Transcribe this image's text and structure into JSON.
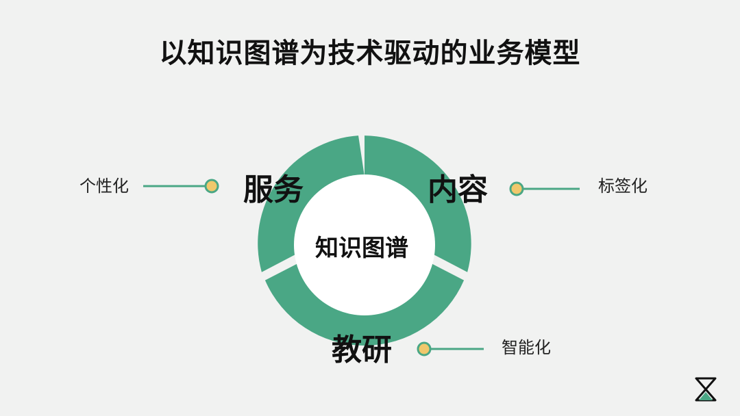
{
  "page": {
    "title": "以知识图谱为技术驱动的业务模型"
  },
  "diagram": {
    "center_text": "知识图谱",
    "segments": [
      {
        "label": "服务"
      },
      {
        "label": "内容"
      },
      {
        "label": "教研"
      }
    ],
    "side_labels": [
      {
        "text": "个性化"
      },
      {
        "text": "标签化"
      },
      {
        "text": "智能化"
      }
    ],
    "colors": {
      "ring": "#4aa785",
      "dot_fill": "#f0c86c",
      "dot_stroke": "#4aa785",
      "background": "#f1f2f1"
    }
  },
  "icons": {
    "brand": "hourglass-x-logo-icon"
  }
}
